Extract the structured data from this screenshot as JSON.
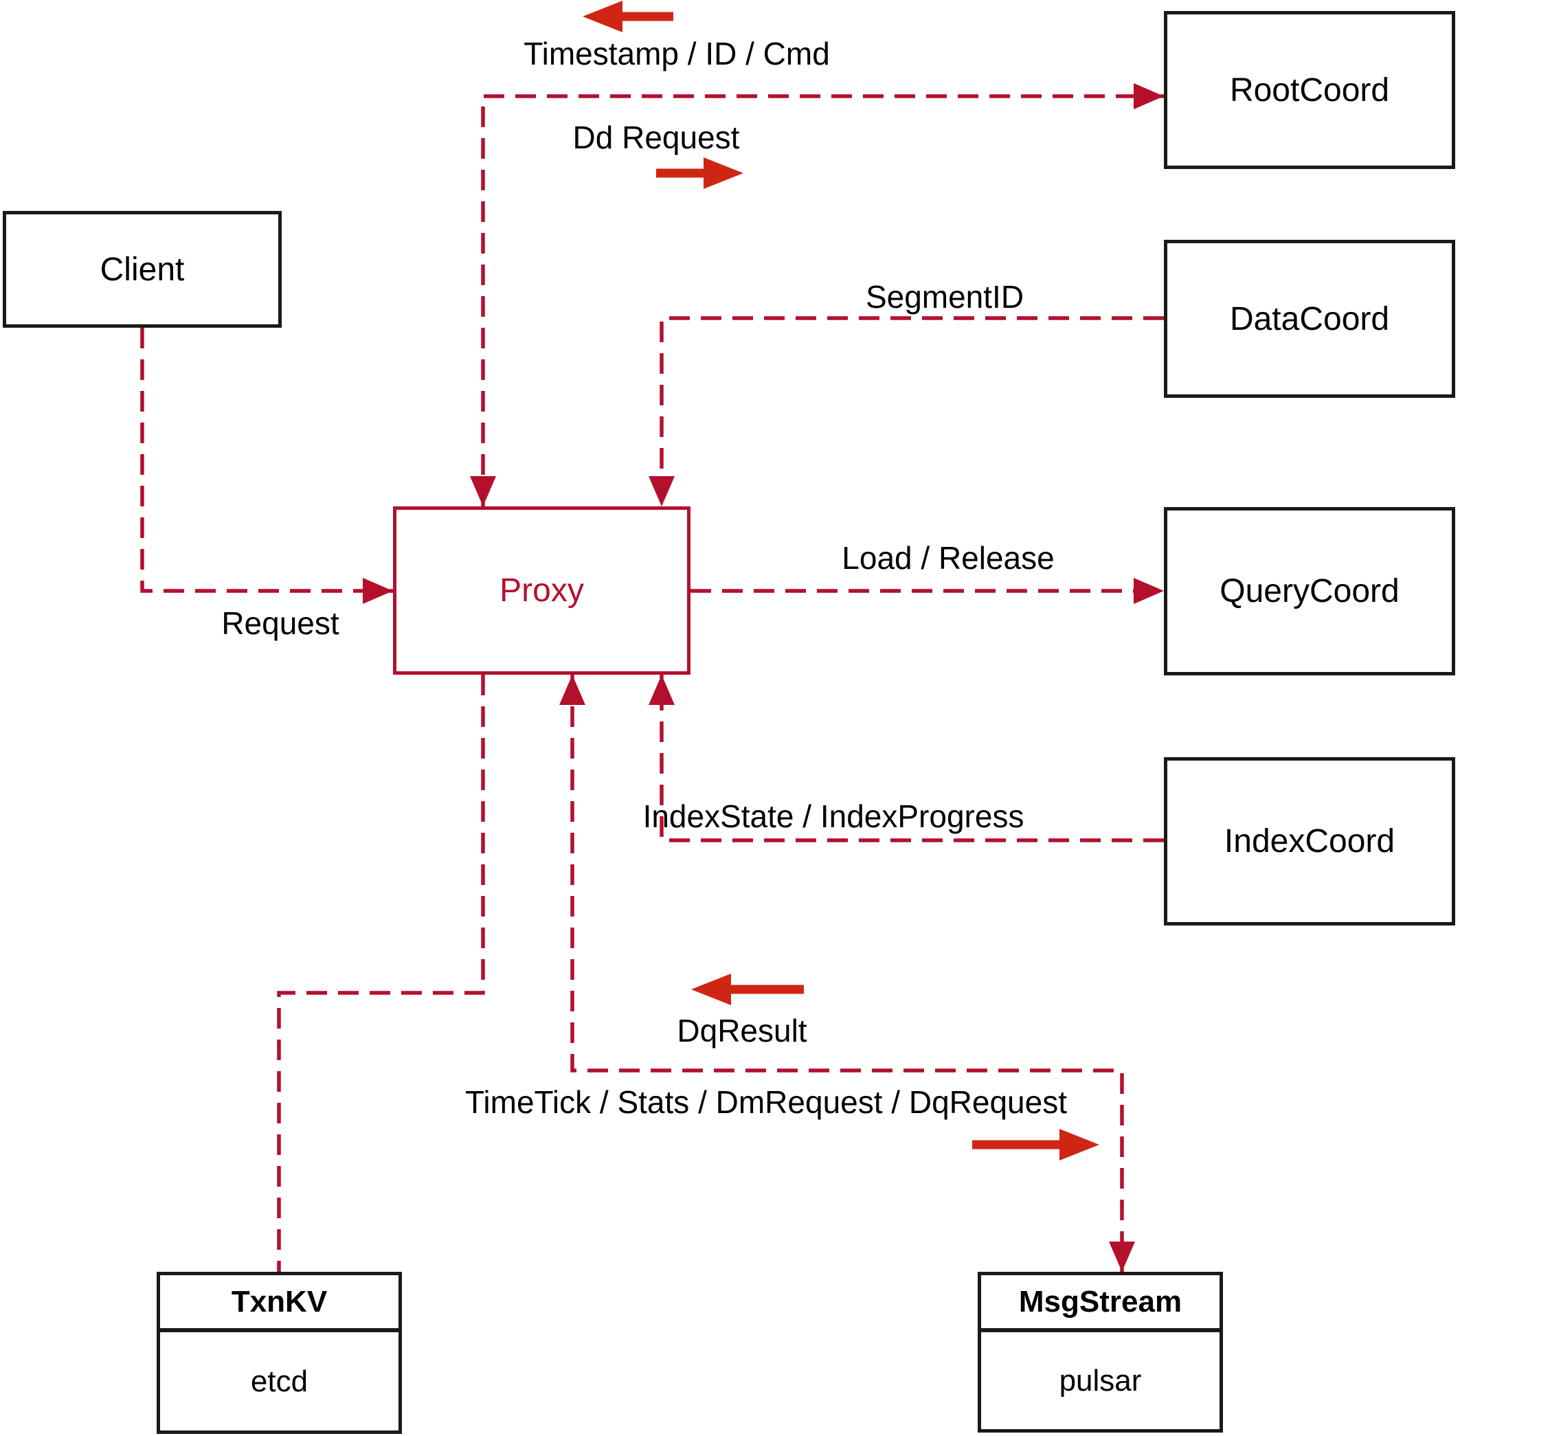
{
  "colors": {
    "line_red": "#b3102e",
    "arrow_red": "#cf2613",
    "box_border_black": "#1a1a1a",
    "text_black": "#000000",
    "background": "#ffffff"
  },
  "nodes": {
    "client": {
      "label": "Client"
    },
    "proxy": {
      "label": "Proxy"
    },
    "root_coord": {
      "label": "RootCoord"
    },
    "data_coord": {
      "label": "DataCoord"
    },
    "query_coord": {
      "label": "QueryCoord"
    },
    "index_coord": {
      "label": "IndexCoord"
    },
    "txn_kv": {
      "title": "TxnKV",
      "implementation": "etcd"
    },
    "msg_stream": {
      "title": "MsgStream",
      "implementation": "pulsar"
    }
  },
  "edge_labels": {
    "request": "Request",
    "timestamp_id_cmd": "Timestamp / ID / Cmd",
    "dd_request": "Dd Request",
    "segment_id": "SegmentID",
    "load_release": "Load / Release",
    "index_state": "IndexState / IndexProgress",
    "dq_result": "DqResult",
    "timetick": "TimeTick / Stats / DmRequest / DqRequest"
  }
}
